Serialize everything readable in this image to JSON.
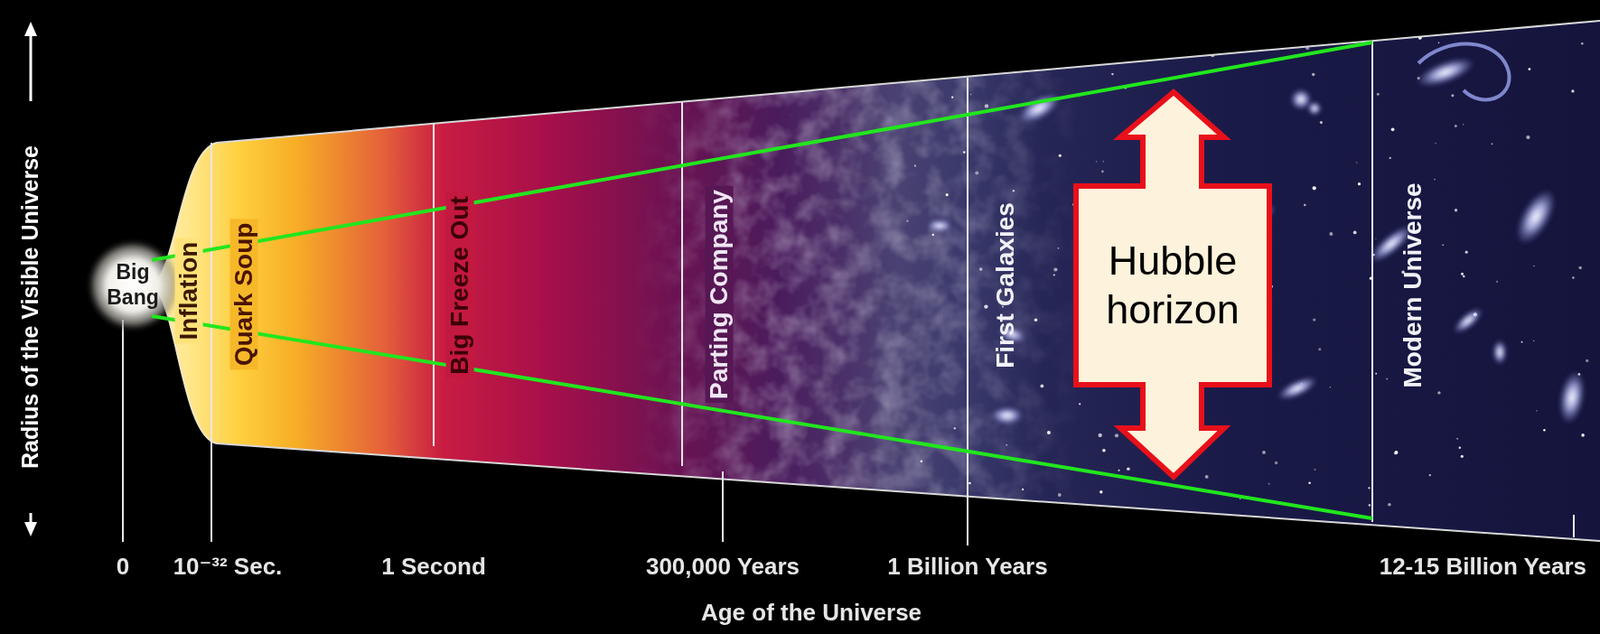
{
  "diagram": {
    "nodes": [
      {
        "text": [
          "Big Bang"
        ]
      },
      {
        "text": [
          "Hubble horizon"
        ]
      }
    ],
    "labels": [
      "Radius of the Visible Universe",
      "Inflation",
      "Quark Soup",
      "Big Freeze Out",
      "Parting Company",
      "First Galaxies",
      "Modern Universe",
      "0",
      "10⁻³² Sec.",
      "1 Second",
      "300,000 Years",
      "1 Billion Years",
      "12-15 Billion Years",
      "Age of the Universe"
    ]
  }
}
